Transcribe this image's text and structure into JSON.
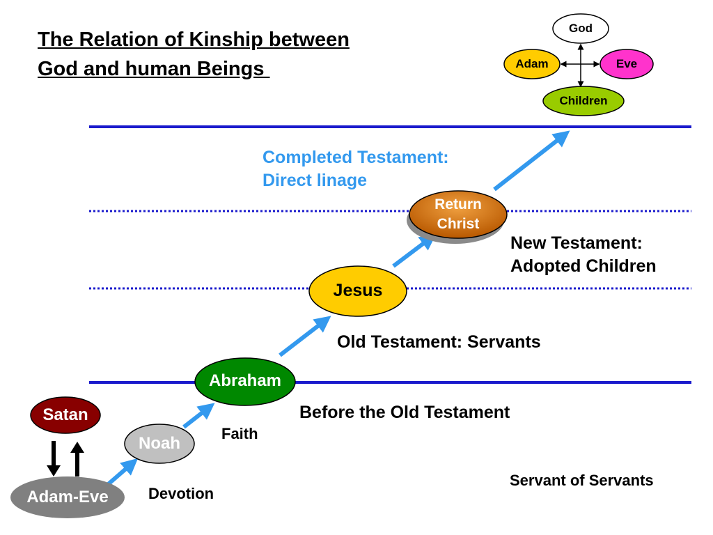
{
  "title": {
    "line1": "The Relation of Kinship between",
    "line2": "God and human Beings "
  },
  "kinship": {
    "god": "God",
    "adam": "Adam",
    "eve": "Eve",
    "children": "Children"
  },
  "nodes": {
    "return_christ_line1": "Return",
    "return_christ_line2": "Christ",
    "jesus": "Jesus",
    "abraham": "Abraham",
    "noah": "Noah",
    "adam_eve": "Adam-Eve",
    "satan": "Satan"
  },
  "labels": {
    "completed_line1": "Completed Testament:",
    "completed_line2": "Direct linage",
    "new_line1": "New Testament:",
    "new_line2": "Adopted Children",
    "old": "Old Testament: Servants",
    "before": "Before the Old Testament",
    "faith": "Faith",
    "devotion": "Devotion",
    "servant_of_servants": "Servant of Servants"
  },
  "colors": {
    "solid_line": "#1a1acc",
    "arrow": "#3399ee",
    "completed_text": "#3399ee",
    "god_fill": "#ffffff",
    "adam_fill": "#ffcc00",
    "eve_fill": "#ff33cc",
    "children_fill": "#99cc00",
    "return_fill": "#cc6600",
    "jesus_fill": "#ffcc00",
    "abraham_fill": "#008800",
    "noah_fill": "#c0c0c0",
    "adam_eve_fill": "#808080",
    "satan_fill": "#880000"
  }
}
